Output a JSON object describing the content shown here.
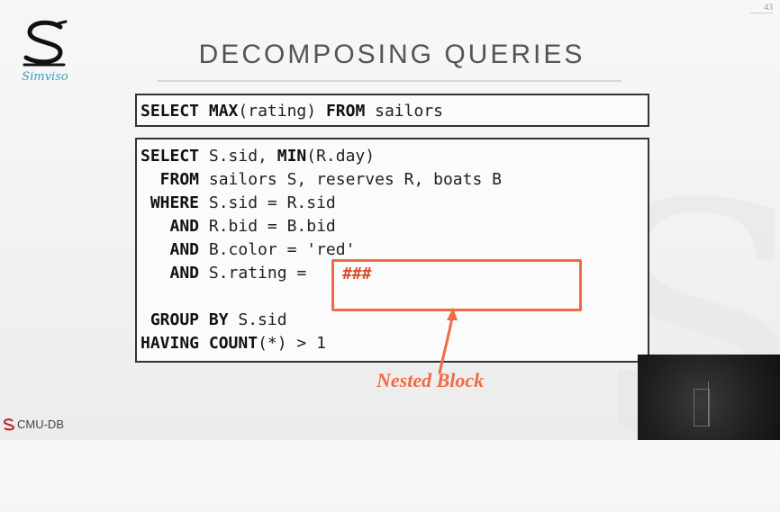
{
  "slide": {
    "number": "43",
    "title": "DECOMPOSING QUERIES",
    "logo_text": "Simviso",
    "footer_brand": "CMU-DB"
  },
  "query1": {
    "tokens": [
      {
        "text": "SELECT",
        "kw": true
      },
      {
        "text": " ",
        "kw": false
      },
      {
        "text": "MAX",
        "kw": true
      },
      {
        "text": "(rating) ",
        "kw": false
      },
      {
        "text": "FROM",
        "kw": true
      },
      {
        "text": " sailors",
        "kw": false
      }
    ]
  },
  "query2": {
    "lines": [
      [
        {
          "text": "SELECT",
          "kw": true
        },
        {
          "text": " S.sid, ",
          "kw": false
        },
        {
          "text": "MIN",
          "kw": true
        },
        {
          "text": "(R.day)",
          "kw": false
        }
      ],
      [
        {
          "text": "  FROM",
          "kw": true
        },
        {
          "text": " sailors S, reserves R, boats B",
          "kw": false
        }
      ],
      [
        {
          "text": " WHERE",
          "kw": true
        },
        {
          "text": " S.sid = R.sid",
          "kw": false
        }
      ],
      [
        {
          "text": "   AND",
          "kw": true
        },
        {
          "text": " R.bid = B.bid",
          "kw": false
        }
      ],
      [
        {
          "text": "   AND",
          "kw": true
        },
        {
          "text": " B.color = 'red'",
          "kw": false
        }
      ],
      [
        {
          "text": "   AND",
          "kw": true
        },
        {
          "text": " S.rating =",
          "kw": false
        }
      ],
      [],
      [
        {
          "text": " GROUP BY",
          "kw": true
        },
        {
          "text": " S.sid",
          "kw": false
        }
      ],
      [
        {
          "text": "HAVING",
          "kw": true
        },
        {
          "text": " ",
          "kw": false
        },
        {
          "text": "COUNT",
          "kw": true
        },
        {
          "text": "(*) > 1",
          "kw": false
        }
      ]
    ]
  },
  "nested": {
    "placeholder": "###",
    "label": "Nested Block",
    "accent_color": "#ef6b45"
  },
  "icons": {
    "logo": "simviso-s-logo-icon",
    "footer": "cmu-db-logo-icon",
    "arrow": "arrow-up-icon"
  }
}
